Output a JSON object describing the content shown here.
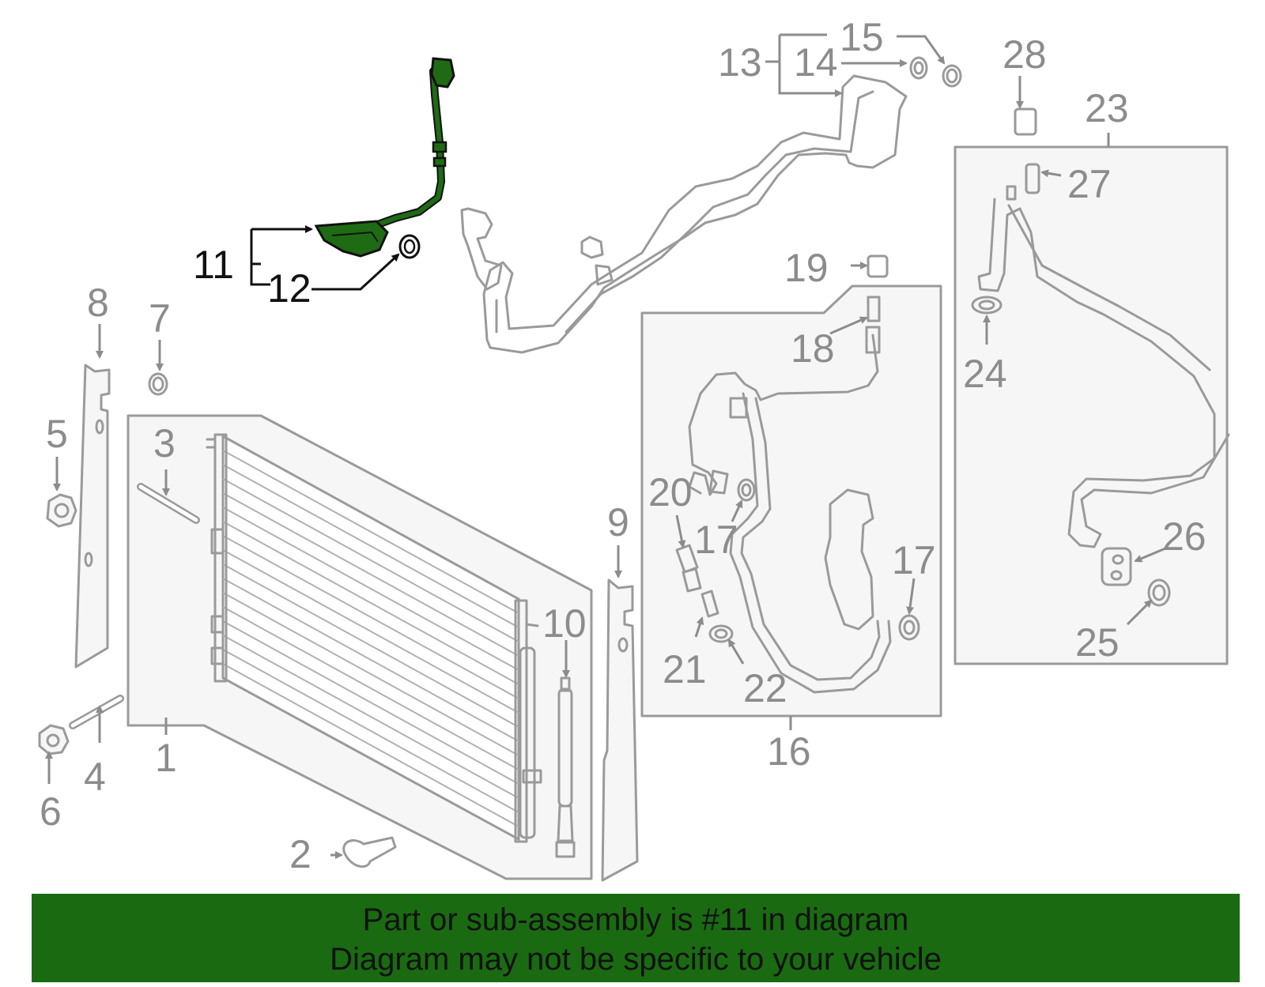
{
  "banner": {
    "line1": "Part or sub-assembly is #11 in diagram",
    "line2": "Diagram may not be specific to your vehicle"
  },
  "colors": {
    "highlight_part": "#1f6b14",
    "banner_bg": "#1a6a12",
    "line_gray": "#9a9a9a"
  },
  "callouts": {
    "c1": "1",
    "c2": "2",
    "c3": "3",
    "c4": "4",
    "c5": "5",
    "c6": "6",
    "c7": "7",
    "c8": "8",
    "c9": "9",
    "c10": "10",
    "c11": "11",
    "c12": "12",
    "c13": "13",
    "c14": "14",
    "c15": "15",
    "c16": "16",
    "c17a": "17",
    "c17b": "17",
    "c18": "18",
    "c19": "19",
    "c20": "20",
    "c21": "21",
    "c22": "22",
    "c23": "23",
    "c24": "24",
    "c25": "25",
    "c26": "26",
    "c27": "27",
    "c28": "28"
  }
}
